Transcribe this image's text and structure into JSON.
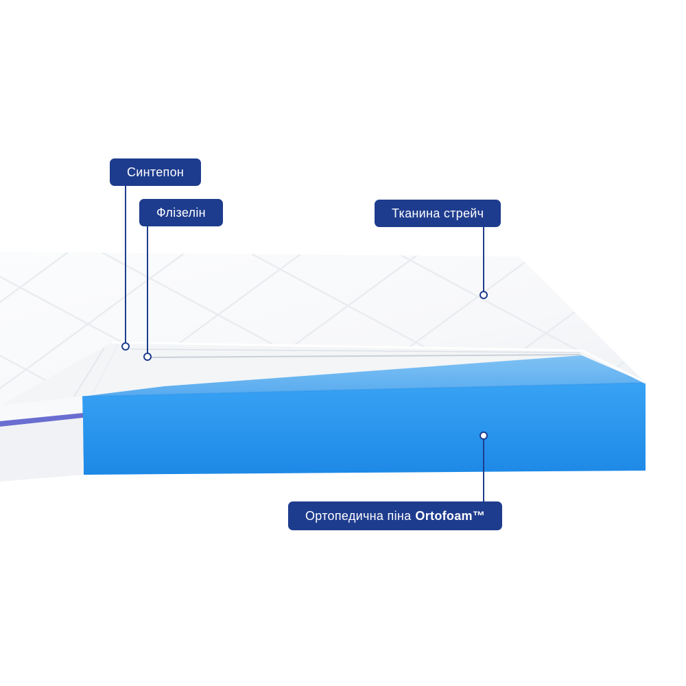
{
  "colors": {
    "background": "#ffffff",
    "accent": "#1e3c8e",
    "foam-front-top": "#38a2f4",
    "foam-front-bottom": "#1d89e6",
    "foam-top-light": "#7fc2f4",
    "foam-top-dark": "#57aaef",
    "zipper": "#6a6ed0",
    "fabric": "#f7f8fa",
    "fabric-line": "#e7eaee"
  },
  "labels": {
    "sintepon": "Синтепон",
    "flizelin": "Флізелін",
    "stretch_fabric": "Тканина стрейч",
    "ortofoam_prefix": "Ортопедична піна",
    "ortofoam_name": "Ortofoam™"
  }
}
